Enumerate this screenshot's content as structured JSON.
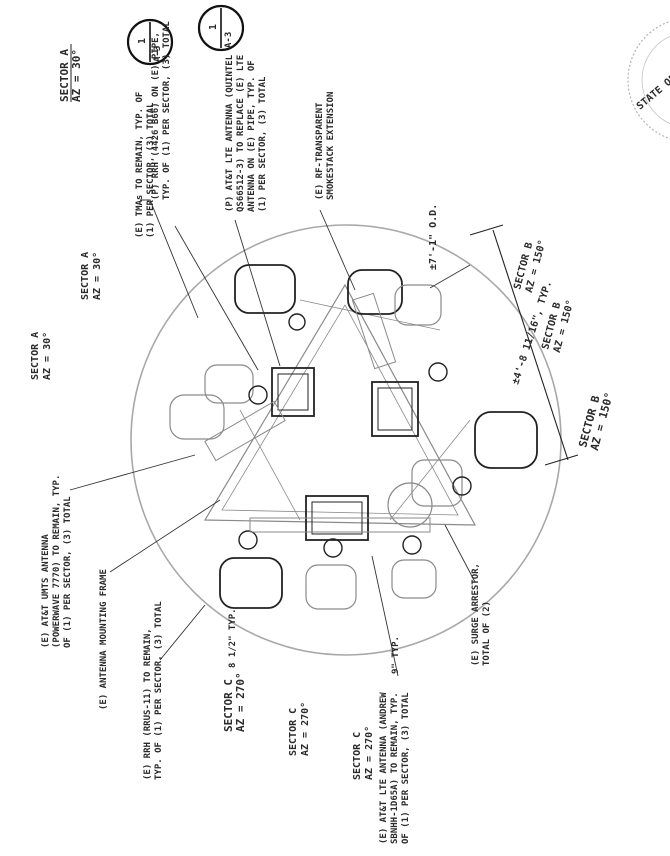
{
  "sectors": {
    "a_lines": [
      "SECTOR A",
      "AZ = 30°"
    ],
    "a_bold_lines": [
      "SECTOR A",
      "AZ = 30°"
    ],
    "b_bold": [
      "SECTOR B",
      "AZ = 150°"
    ],
    "b_line1": [
      "SECTOR B",
      "AZ = 150°"
    ],
    "b_line2": [
      "SECTOR B",
      "AZ = 150°"
    ],
    "c_bold": [
      "SECTOR C",
      "AZ = 270°"
    ],
    "c_line1": [
      "SECTOR C",
      "AZ = 270°"
    ],
    "c_line2": [
      "SECTOR C",
      "AZ = 270°"
    ]
  },
  "notes": {
    "tma": [
      "(E) TMAs TO REMAIN, TYP. OF",
      "(1) PER SECTOR, (3) TOTAL"
    ],
    "rrh_new": [
      "(P) RRH (4426 B66) ON (E) PIPE,",
      "TYP. OF (1) PER SECTOR, (3) TOTAL"
    ],
    "lte_new": [
      "(P) AT&T LTE ANTENNA (QUINTEL",
      "QS66512-3) TO REPLACE (E) LTE",
      "ANTENNA ON (E) PIPE, TYP. OF",
      "(1) PER SECTOR, (3) TOTAL"
    ],
    "smokestack": [
      "(E) RF-TRANSPARENT",
      "SMOKESTACK EXTENSION"
    ],
    "od": "±7'-1\" O.D.",
    "dim_ft": "±4'-8 11/16\", TYP.",
    "dim_in1": "8 1/2\" TYP.",
    "dim_in2": "9\" TYP.",
    "umts": [
      "(E) AT&T UMTS ANTENNA",
      "(POWERWAVE 7770) TO REMAIN, TYP.",
      "OF (1) PER SECTOR, (3) TOTAL"
    ],
    "frame": [
      "(E) ANTENNA MOUNTING FRAME"
    ],
    "rrh_existing": [
      "(E) RRH (RRUS-11) TO REMAIN,",
      "TYP. OF (1) PER SECTOR, (3) TOTAL"
    ],
    "lte_existing": [
      "(E) AT&T LTE ANTENNA (ANDREW",
      "SBNHH-1D65A) TO REMAIN, TYP.",
      "OF (1) PER SECTOR, (3) TOTAL"
    ],
    "surge": [
      "(E) SURGE ARRESTOR,",
      "TOTAL OF (2)"
    ]
  },
  "callouts": [
    {
      "num": "1",
      "sheet": "A-3"
    },
    {
      "num": "1",
      "sheet": "A-3"
    }
  ],
  "seal": {
    "text": "STATE OF NEW HAMPSHIRE"
  }
}
